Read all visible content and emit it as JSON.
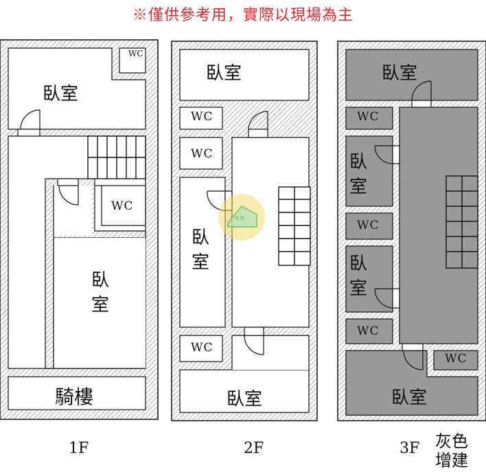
{
  "notice": {
    "text": "※僅供參考用，實際以現場為主",
    "color": "#e8262a"
  },
  "colors": {
    "wall": "#ffffff",
    "hatch": "#8a8a8a",
    "addition": "#9a9a9a",
    "line": "#111111",
    "logo": "#f2d860"
  },
  "labels": {
    "bedroom": "臥室",
    "wc": "WC",
    "arcade": "騎樓",
    "floor_1": "1F",
    "floor_2": "2F",
    "floor_3": "3F",
    "addition_note": "灰色增建"
  },
  "icons": {
    "watermark": "house-logo-icon"
  }
}
